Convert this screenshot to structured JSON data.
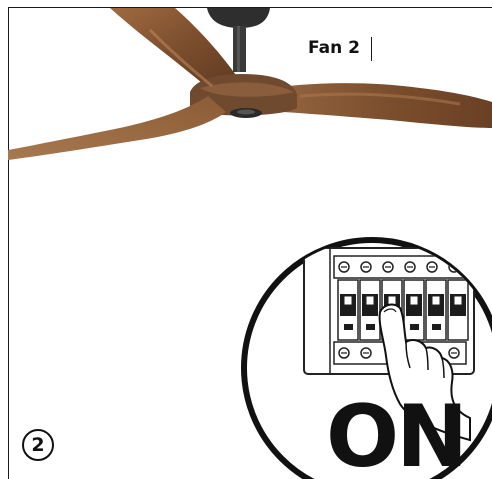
{
  "fan_label": "Fan 2",
  "step_number": "2",
  "switch_state": "ON",
  "colors": {
    "blade_wood": "#8a5a36",
    "blade_dark": "#6b4226",
    "motor": "#3a3a3a",
    "ink": "#111111"
  },
  "icons": {
    "fan": "ceiling-fan-illustration",
    "panel": "breaker-panel-illustration",
    "hand": "pointing-hand-illustration"
  }
}
